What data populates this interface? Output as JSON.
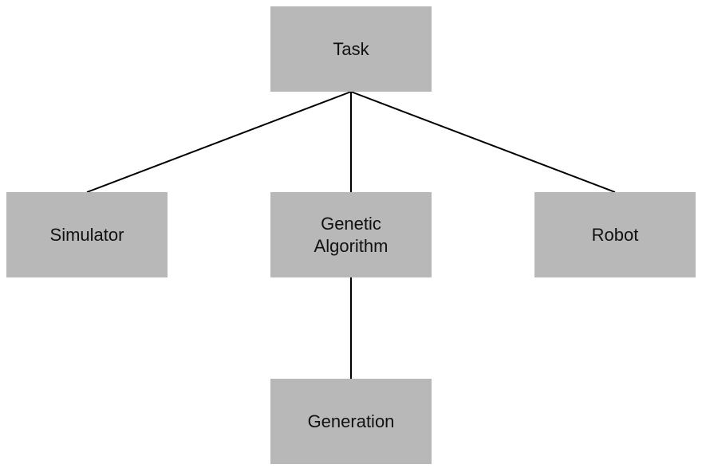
{
  "colors": {
    "node_fill": "#b8b8b8",
    "connector": "#000000",
    "text": "#111111"
  },
  "nodes": {
    "task": {
      "label": "Task"
    },
    "simulator": {
      "label": "Simulator"
    },
    "genetic_algorithm": {
      "label": "Genetic\nAlgorithm"
    },
    "robot": {
      "label": "Robot"
    },
    "generation": {
      "label": "Generation"
    }
  },
  "edges": [
    {
      "from": "task",
      "to": "simulator"
    },
    {
      "from": "task",
      "to": "genetic_algorithm"
    },
    {
      "from": "task",
      "to": "robot"
    },
    {
      "from": "genetic_algorithm",
      "to": "generation"
    }
  ]
}
